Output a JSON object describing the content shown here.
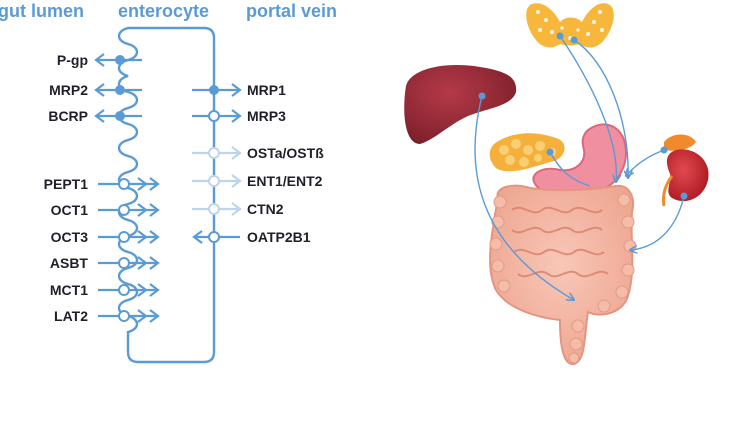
{
  "headers": {
    "gut_lumen": "gut lumen",
    "enterocyte": "enterocyte",
    "portal_vein": "portal vein"
  },
  "apical_transporters": [
    {
      "label": "P-gp",
      "direction": "efflux-to-lumen"
    },
    {
      "label": "MRP2",
      "direction": "efflux-to-lumen"
    },
    {
      "label": "BCRP",
      "direction": "efflux-to-lumen"
    },
    {
      "label": "PEPT1",
      "direction": "uptake-from-lumen"
    },
    {
      "label": "OCT1",
      "direction": "uptake-from-lumen"
    },
    {
      "label": "OCT3",
      "direction": "uptake-from-lumen"
    },
    {
      "label": "ASBT",
      "direction": "uptake-from-lumen"
    },
    {
      "label": "MCT1",
      "direction": "uptake-from-lumen"
    },
    {
      "label": "LAT2",
      "direction": "uptake-from-lumen"
    }
  ],
  "basolateral_transporters": [
    {
      "label": "MRP1",
      "direction": "efflux-to-blood",
      "style": "solid"
    },
    {
      "label": "MRP3",
      "direction": "efflux-to-blood",
      "style": "open"
    },
    {
      "label": "OSTa/OSTß",
      "direction": "efflux-to-blood",
      "style": "faded"
    },
    {
      "label": "ENT1/ENT2",
      "direction": "efflux-to-blood",
      "style": "faded"
    },
    {
      "label": "CTN2",
      "direction": "efflux-to-blood",
      "style": "faded"
    },
    {
      "label": "OATP2B1",
      "direction": "uptake-from-blood",
      "style": "open"
    }
  ],
  "organs": [
    "thyroid-icon",
    "liver-icon",
    "pancreas-icon",
    "stomach-icon",
    "kidney-icon",
    "intestine-icon"
  ],
  "colors": {
    "accent": "#5b9bd5",
    "faded": "#bcd4ec",
    "text": "#1f1f2a",
    "liver": "#9b2d3a",
    "intestine": "#f3b7a6",
    "thyroid": "#f6b73c",
    "kidney": "#c8232e"
  }
}
